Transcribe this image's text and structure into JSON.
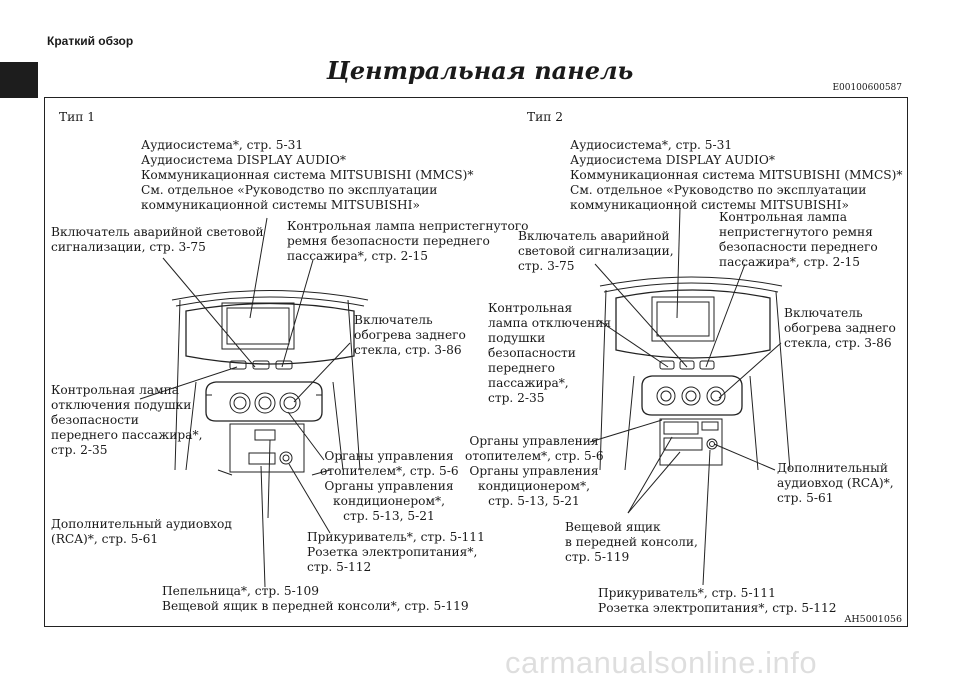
{
  "header": {
    "section": "Краткий обзор"
  },
  "page": {
    "title": "Центральная панель",
    "doc_code": "E00100600587",
    "figure_code": "AH5001056"
  },
  "watermark": "carmanualsonline.info",
  "type1": {
    "heading": "Тип 1",
    "audio": "Аудиосистема*, стр. 5-31\nАудиосистема DISPLAY AUDIO*\nКоммуникационная система MITSUBISHI (MMCS)*\nСм. отдельное «Руководство по эксплуатации\nкоммуникационной системы MITSUBISHI»",
    "hazard": "Включатель аварийной световой\nсигнализации, стр. 3-75",
    "seatbelt": "Контрольная лампа непристегнутого\nремня безопасности переднего\nпассажира*, стр. 2-15",
    "defogger": "Включатель\nобогрева заднего\nстекла, стр. 3-86",
    "airbag": "Контрольная лампа\nотключения подушки\nбезопасности\nпереднего пассажира*,\nстр. 2-35",
    "climate": "Органы управления\nотопителем*, стр. 5-6\nОрганы управления\nкондиционером*,\nстр. 5-13, 5-21",
    "aux": "Дополнительный аудиовход\n(RCA)*, стр. 5-61",
    "lighter": "Прикуриватель*, стр. 5-111\nРозетка электропитания*,\nстр. 5-112",
    "ashtray": "Пепельница*, стр. 5-109\nВещевой ящик в передней консоли*, стр. 5-119"
  },
  "type2": {
    "heading": "Тип 2",
    "audio": "Аудиосистема*, стр. 5-31\nАудиосистема DISPLAY AUDIO*\nКоммуникационная система MITSUBISHI (MMCS)*\nСм. отдельное «Руководство по эксплуатации\nкоммуникационной системы MITSUBISHI»",
    "hazard": "Включатель аварийной\nсветовой сигнализации,\nстр. 3-75",
    "seatbelt": "Контрольная лампа\nнепристегнутого ремня\nбезопасности переднего\nпассажира*, стр. 2-15",
    "defogger": "Включатель\nобогрева заднего\nстекла, стр. 3-86",
    "airbag": "Контрольная\nлампа отключения\nподушки\nбезопасности\nпереднего\nпассажира*,\nстр. 2-35",
    "climate": "Органы управления\nотопителем*, стр. 5-6\nОрганы управления\nкондиционером*,\nстр. 5-13, 5-21",
    "aux": "Дополнительный\nаудиовход (RCA)*,\nстр. 5-61",
    "storage": "Вещевой ящик\nв передней консоли,\nстр. 5-119",
    "lighter": "Прикуриватель*, стр. 5-111\nРозетка электропитания*, стр. 5-112"
  }
}
